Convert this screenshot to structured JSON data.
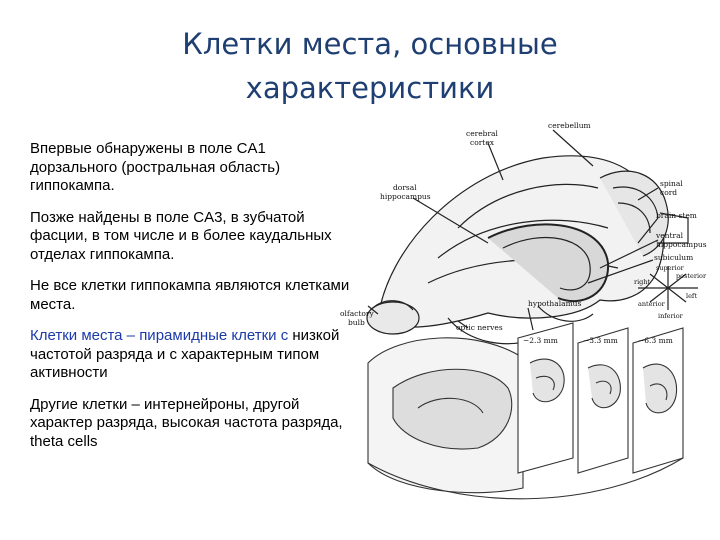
{
  "slide": {
    "title_line1": "Клетки места, основные",
    "title_line2": "характеристики",
    "paragraphs": [
      {
        "text": "Впервые обнаружены в поле CA1 дорзального (ростральная область) гиппокампа."
      },
      {
        "text": "Позже найдены в поле CA3, в зубчатой фасции, в том числе и в более каудальных отделах гиппокампа."
      },
      {
        "text": "Не все клетки гиппокампа являются клетками места."
      },
      {
        "highlight": "Клетки места – пирамидные клетки с",
        "rest": "низкой частотой разряда и с характерным типом активности"
      },
      {
        "text": "Другие клетки – интернейроны, другой характер разряда, высокая частота разряда, theta cells"
      }
    ]
  },
  "figure": {
    "labels": {
      "cerebellum": "cerebellum",
      "cerebral_cortex_1": "cerebral",
      "cerebral_cortex_2": "cortex",
      "spinal_cord_1": "spinal",
      "spinal_cord_2": "cord",
      "dorsal_hippo_1": "dorsal",
      "dorsal_hippo_2": "hippocampus",
      "brain_stem": "brain stem",
      "ventral_hippo_1": "ventral",
      "ventral_hippo_2": "hippocampus",
      "subiculum": "subiculum",
      "superior": "superior",
      "posterior": "posterior",
      "right": "right",
      "left": "left",
      "anterior": "anterior",
      "inferior": "inferior",
      "hypothalamus": "hypothalamus",
      "olfactory_bulb_1": "olfactory",
      "olfactory_bulb_2": "bulb",
      "optic_nerves": "optic nerves",
      "section_1": "−2.3 mm",
      "section_2": "−3.3 mm",
      "section_3": "−6.3 mm"
    },
    "colors": {
      "title": "#1f3f72",
      "highlight": "#1c3aa9"
    }
  }
}
